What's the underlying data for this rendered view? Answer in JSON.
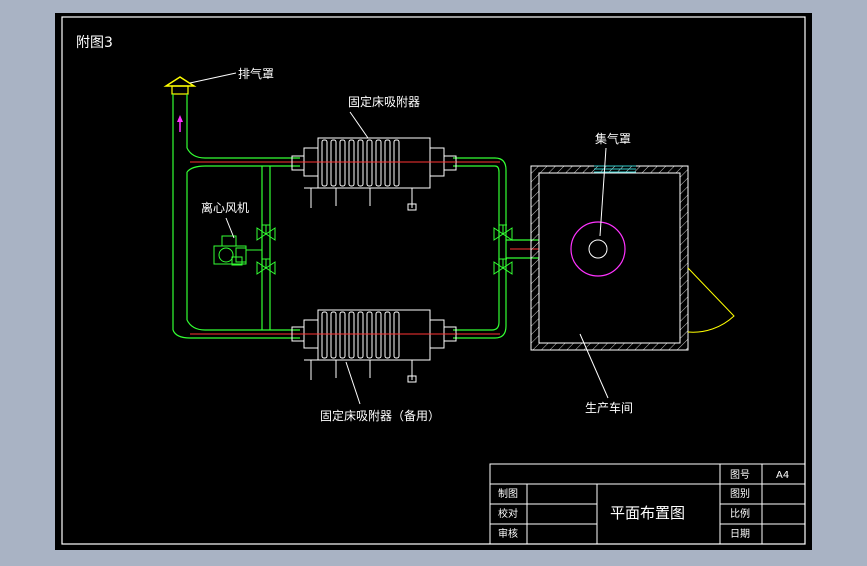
{
  "figure_label": "附图3",
  "labels": {
    "exhaust_hood": "排气罩",
    "adsorber_main": "固定床吸附器",
    "adsorber_backup": "固定床吸附器（备用）",
    "centrifugal_fan": "离心风机",
    "collection_hood": "集气罩",
    "production_workshop": "生产车间"
  },
  "title_block": {
    "drawing_title": "平面布置图",
    "drawing_no_label": "图号",
    "drawing_no_value": "A4",
    "category_label": "图别",
    "scale_label": "比例",
    "date_label": "日期",
    "drawn_label": "制图",
    "checked_label": "校对",
    "reviewed_label": "审核"
  },
  "colors": {
    "background": "#000000",
    "frame": "#ffffff",
    "pipe": "#33ff33",
    "flow_line": "#ff3333",
    "flow_arrow": "#ff33ff",
    "hood": "#ffff00",
    "vent": "#33cccc"
  }
}
